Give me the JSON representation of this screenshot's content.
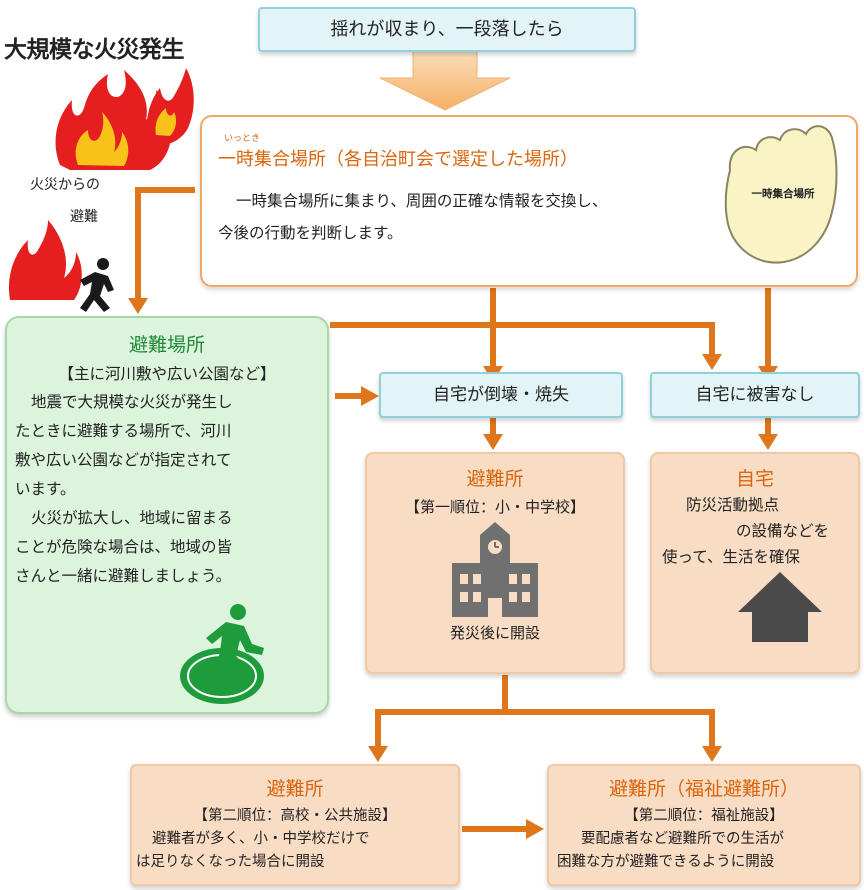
{
  "header_box": {
    "text": "揺れが収まり、一段落したら"
  },
  "fire": {
    "title": "大規模な火災発生",
    "escape_label_1": "火災からの",
    "escape_label_2": "避難"
  },
  "temp_assembly": {
    "ruby": "いっとき",
    "title": "一時集合場所（各自治町会で選定した場所）",
    "body_1": "一時集合場所に集まり、周囲の正確な情報を交換し、",
    "body_2": "今後の行動を判断します。",
    "hand_label": "一時集合場所"
  },
  "evac_area": {
    "title": "避難場所",
    "subtitle": "【主に河川敷や広い公園など】",
    "body": [
      "地震で大規模な火災が発生し",
      "たときに避難する場所で、河川",
      "敷や広い公園などが指定されて",
      "います。",
      "火災が拡大し、地域に留まる",
      "ことが危険な場合は、地域の皆",
      "さんと一緒に避難しましょう。"
    ]
  },
  "collapse_label": "自宅が倒壊・焼失",
  "no_damage_label": "自宅に被害なし",
  "shelter_primary": {
    "title": "避難所",
    "subtitle": "【第一順位：小・中学校】",
    "note": "発災後に開設"
  },
  "home": {
    "title": "自宅",
    "body": [
      "防災活動拠点",
      "の設備などを",
      "使って、生活を確保"
    ]
  },
  "shelter_secondary": {
    "title": "避難所",
    "subtitle": "【第二順位：高校・公共施設】",
    "body": [
      "避難者が多く、小・中学校だけで",
      "は足りなくなった場合に開設"
    ]
  },
  "shelter_welfare": {
    "title": "避難所（福祉避難所）",
    "subtitle": "【第二順位：福祉施設】",
    "body": [
      "要配慮者など避難所での生活が",
      "困難な方が避難できるように開設"
    ]
  },
  "colors": {
    "accent_orange": "#e0761c",
    "cyan_fill": "#e3f4f7",
    "cyan_border": "#8fd0dc",
    "peach_fill": "#f9dcc4",
    "green_fill": "#dcf3dc",
    "green_dark": "#1e9c3c",
    "title_orange": "#d9660f",
    "title_green": "#1f8a3a"
  }
}
